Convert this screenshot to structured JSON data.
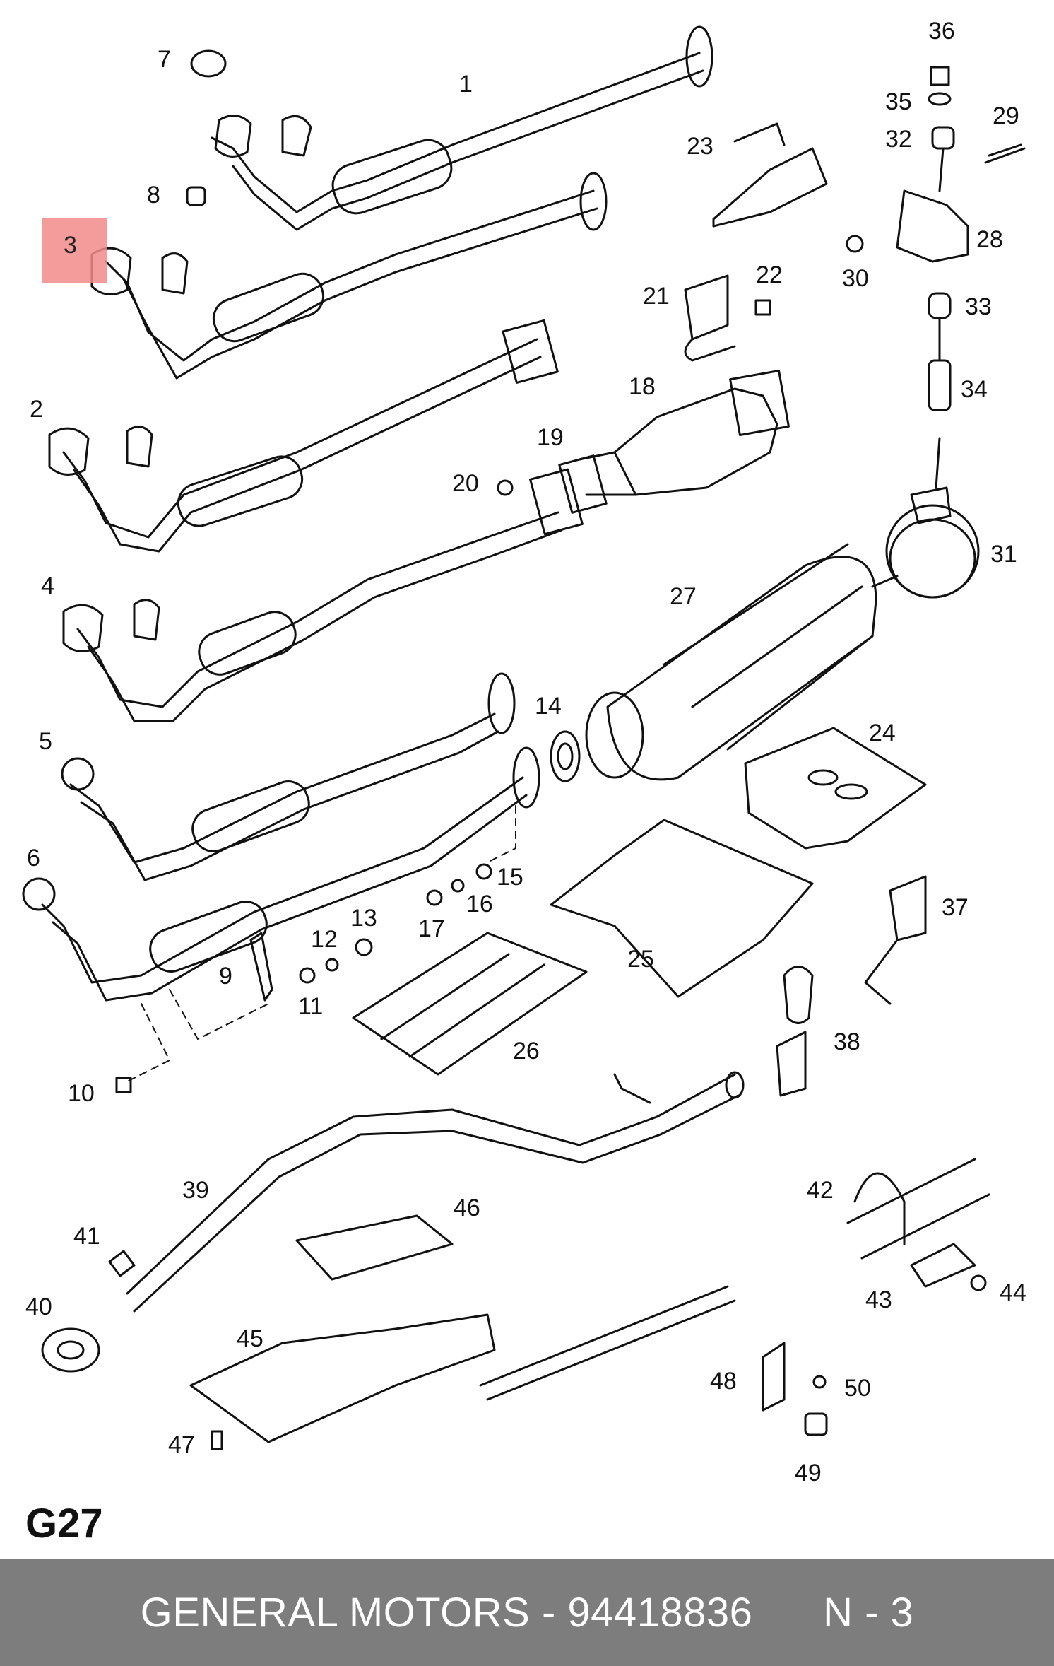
{
  "diagram": {
    "page_code": "G27",
    "highlight_label": "3",
    "highlight_color": "#f28a8a",
    "callouts": [
      "1",
      "2",
      "4",
      "5",
      "6",
      "7",
      "8",
      "9",
      "10",
      "11",
      "12",
      "13",
      "14",
      "15",
      "16",
      "17",
      "18",
      "19",
      "20",
      "21",
      "22",
      "23",
      "24",
      "25",
      "26",
      "27",
      "28",
      "29",
      "30",
      "31",
      "32",
      "33",
      "34",
      "35",
      "36",
      "37",
      "38",
      "39",
      "40",
      "41",
      "42",
      "43",
      "44",
      "45",
      "46",
      "47",
      "48",
      "49",
      "50"
    ]
  },
  "footer": {
    "brand": "GENERAL MOTORS",
    "separator": " - ",
    "part_number": "94418836",
    "position": "N - 3",
    "background": "#7d7d7d"
  }
}
